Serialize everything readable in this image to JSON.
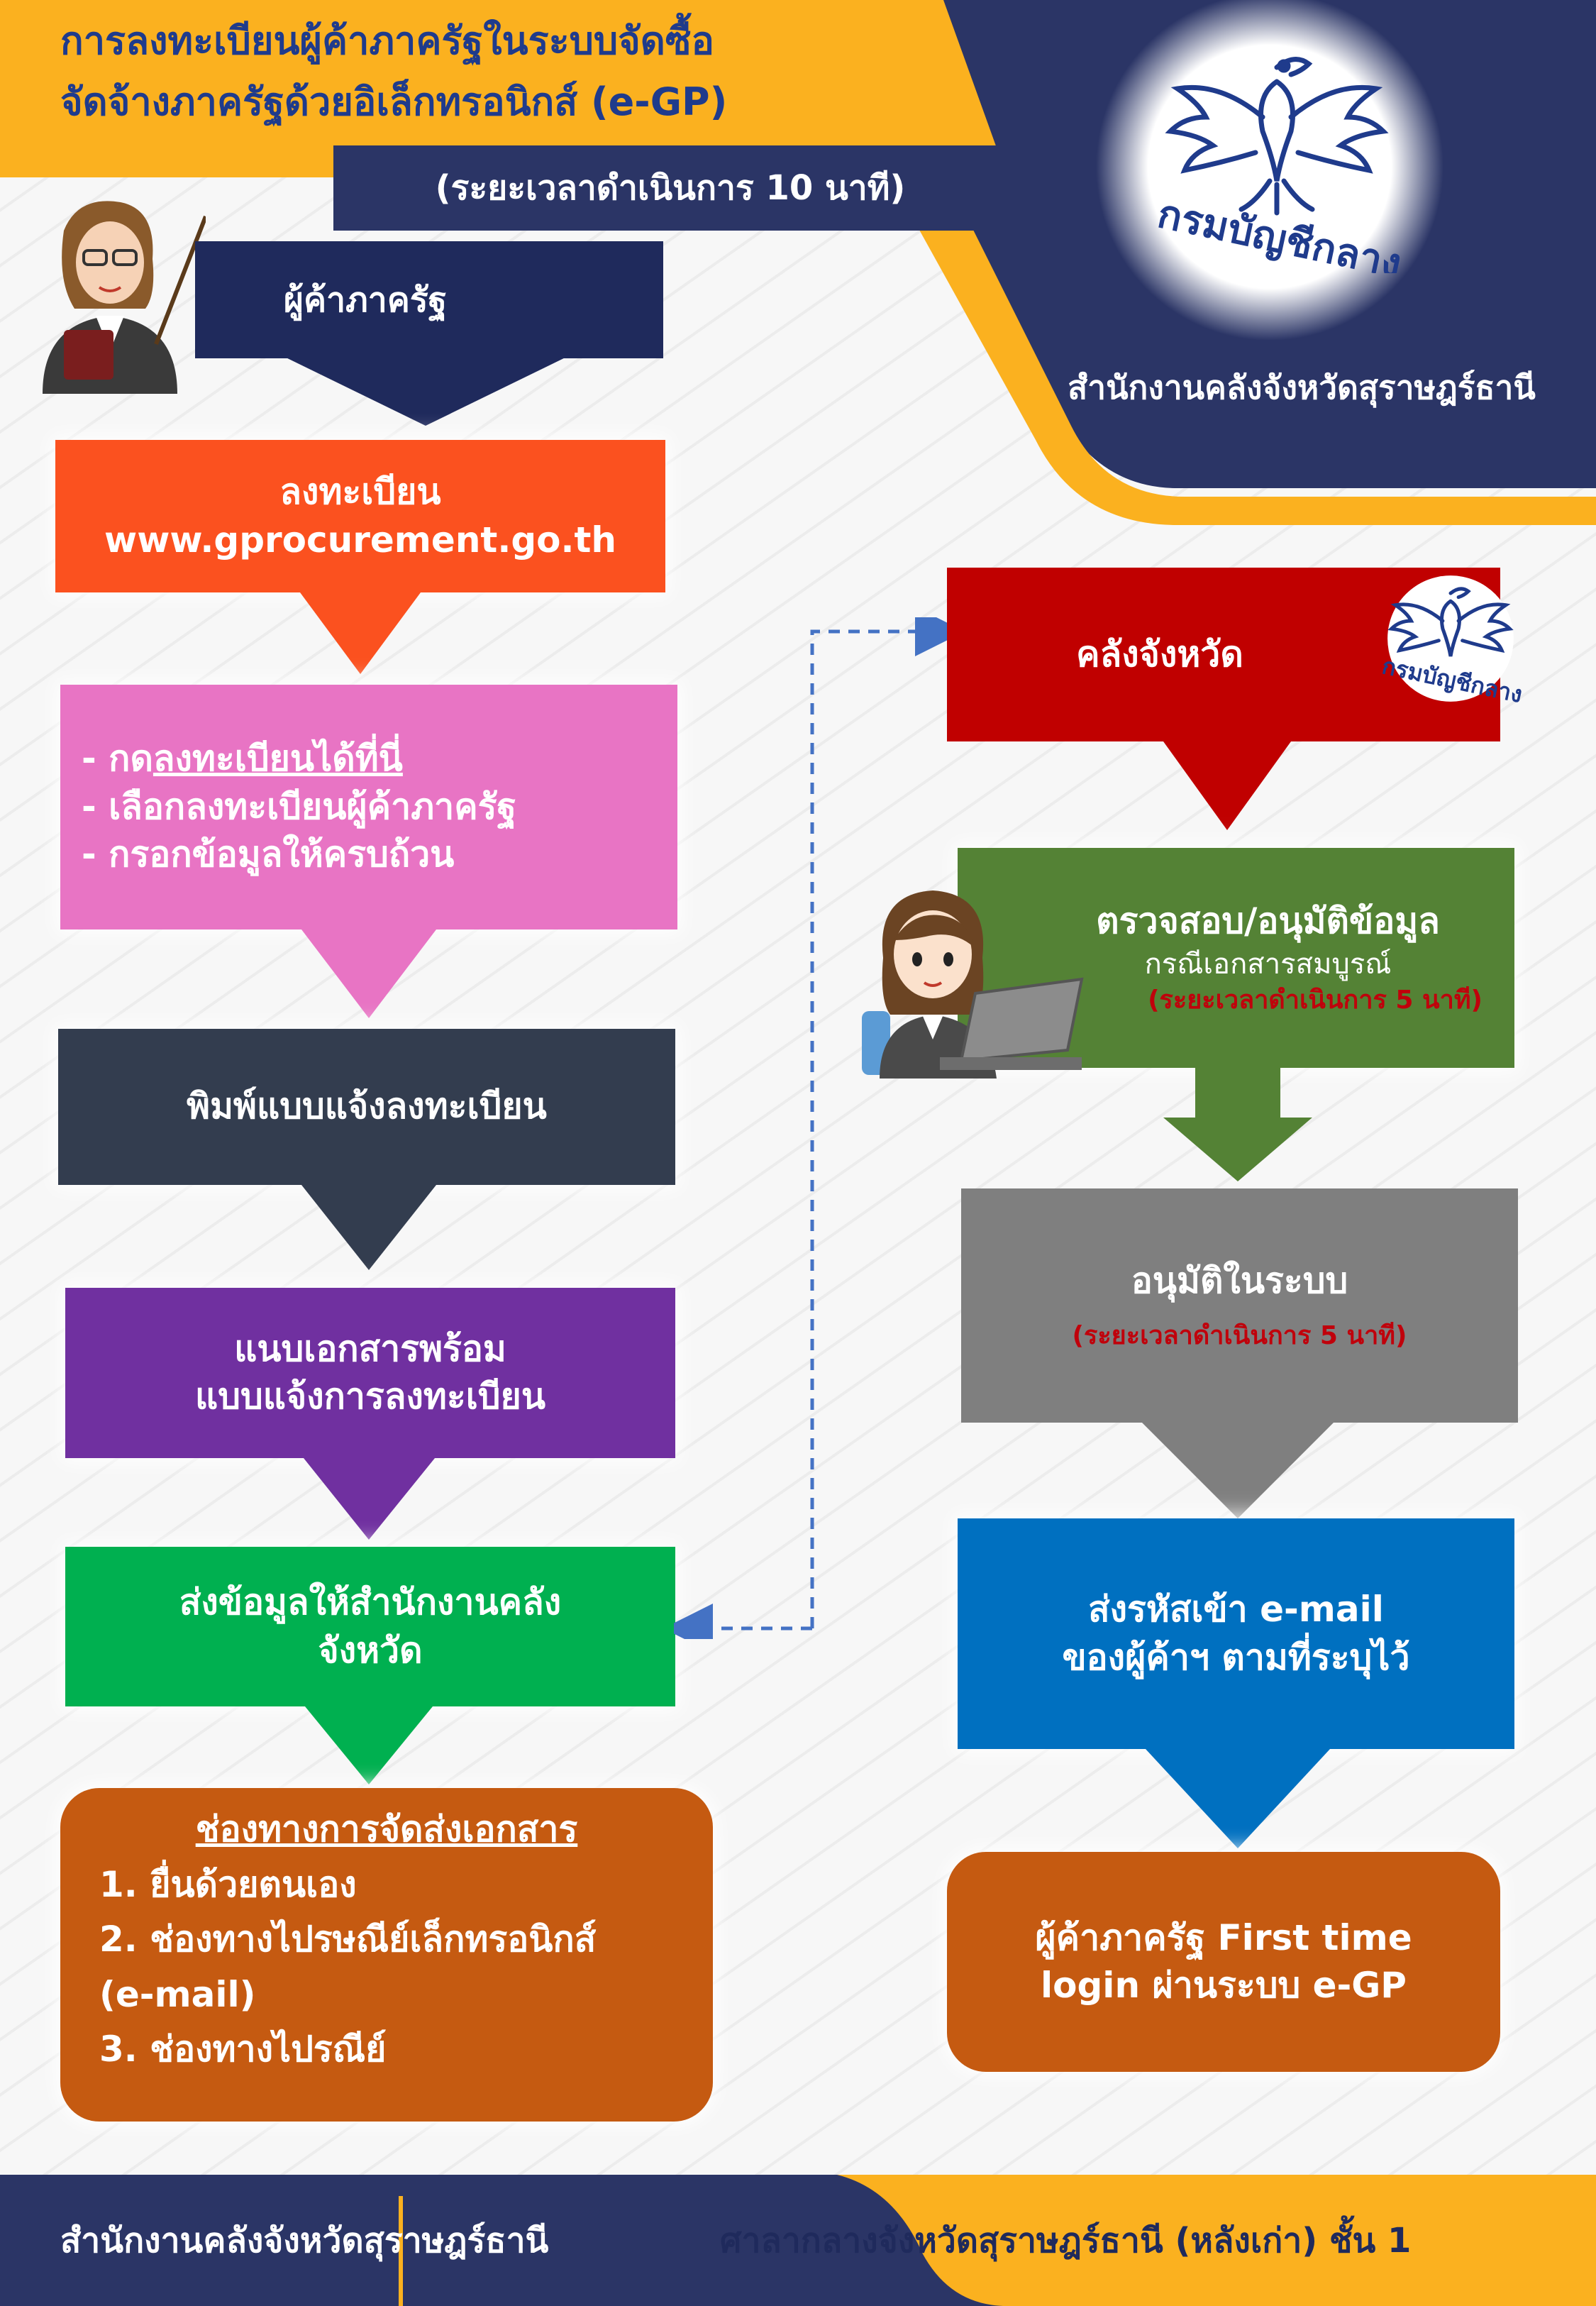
{
  "header": {
    "title_line1": "การลงทะเบียนผู้ค้าภาครัฐในระบบจัดซื้อ",
    "title_line2": "จัดจ้างภาครัฐด้วยอิเล็กทรอนิกส์ (e-GP)",
    "duration": "(ระยะเวลาดำเนินการ 10 นาที)",
    "logo_text": "กรมบัญชีกลาง",
    "office": "สำนักงานคลังจังหวัดสุราษฎร์ธานี"
  },
  "left_flow": {
    "start_label": "ผู้ค้าภาครัฐ",
    "register": {
      "line1": "ลงทะเบียน",
      "line2": "www.gprocurement.go.th"
    },
    "steps": {
      "prefix": "- ",
      "item1_pre": "กด",
      "item1_link": "ลงทะเบียนได้ที่นี่",
      "item2": "เลือกลงทะเบียนผู้ค้าภาครัฐ",
      "item3": "กรอกข้อมูลให้ครบถ้วน"
    },
    "print_form": "พิมพ์แบบแจ้งลงทะเบียน",
    "attach": {
      "line1": "แนบเอกสารพร้อม",
      "line2": "แบบแจ้งการลงทะเบียน"
    },
    "send": {
      "line1": "ส่งข้อมูลให้สำนักงานคลัง",
      "line2": "จังหวัด"
    },
    "channels": {
      "title": "ช่องทางการจัดส่งเอกสาร",
      "item1": "1.     ยื่นด้วยตนเอง",
      "item2": "2. ช่องทางไปรษณีย์เล็กทรอนิกส์",
      "item2b": "(e-mail)",
      "item3": "3. ช่องทางไปรณีย์"
    }
  },
  "right_flow": {
    "provincial": {
      "label": "คลังจังหวัด",
      "logo_text": "กรมบัญชีกลาง"
    },
    "verify": {
      "title": "ตรวจสอบ/อนุมัติข้อมูล",
      "subtitle": "กรณีเอกสารสมบูรณ์",
      "duration": "(ระยะเวลาดำเนินการ 5 นาที)"
    },
    "approve": {
      "title": "อนุมัติในระบบ",
      "duration": "(ระยะเวลาดำเนินการ 5 นาที)"
    },
    "email": {
      "line1": "ส่งรหัสเข้า e-mail",
      "line2": "ของผู้ค้าฯ ตามที่ระบุไว้"
    },
    "login": {
      "line1": "ผู้ค้าภาครัฐ First time",
      "line2": "login ผ่านระบบ e-GP"
    }
  },
  "footer": {
    "left": "สำนักงานคลังจังหวัดสุราษฎร์ธานี",
    "right": "ศาลากลางจังหวัดสุราษฎร์ธานี (หลังเก่า) ชั้น 1"
  },
  "colors": {
    "navy": "#2b3566",
    "yellow": "#fbb11f",
    "register_orange": "#fb511f",
    "steps_pink": "#e874c4",
    "print_slate": "#333d4f",
    "attach_purple": "#7030a0",
    "send_green": "#00b050",
    "channels_brown": "#c55a11",
    "provincial_red": "#c00000",
    "verify_green": "#548235",
    "approve_gray": "#7f7f7f",
    "email_blue": "#0070c0",
    "note_red": "#c0000b"
  }
}
